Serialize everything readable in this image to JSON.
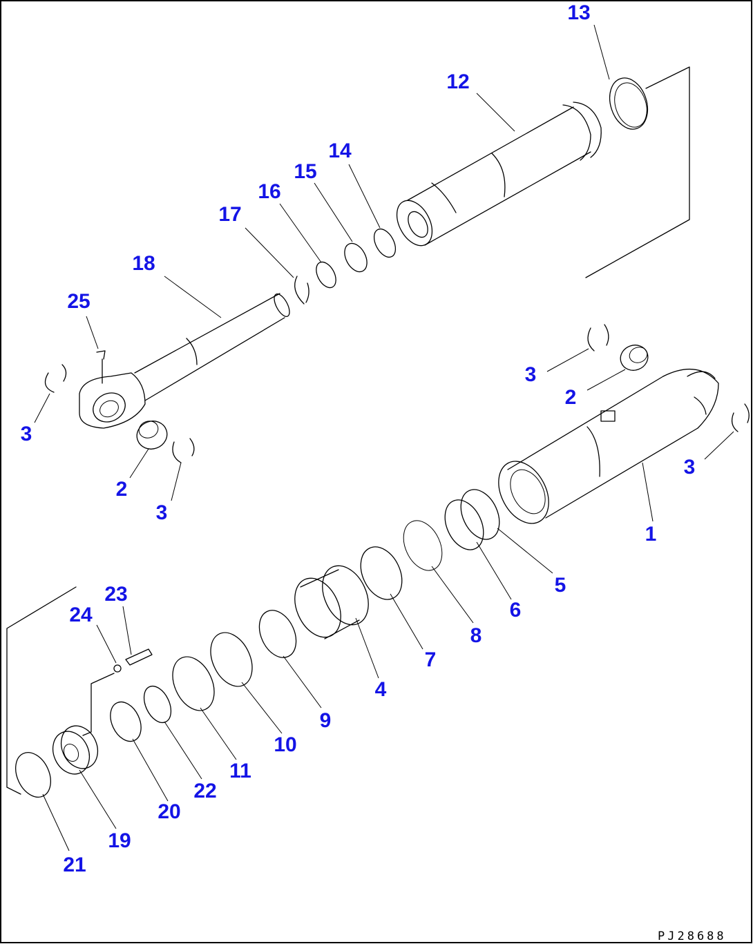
{
  "diagram": {
    "drawing_code": "PJ28688",
    "label_color": "#1414e6",
    "line_color": "#000000",
    "parts": [
      {
        "id": "p1",
        "number": "1",
        "name": "cylinder-tube"
      },
      {
        "id": "p2a",
        "number": "2",
        "name": "bushing"
      },
      {
        "id": "p2b",
        "number": "2",
        "name": "bushing"
      },
      {
        "id": "p3a",
        "number": "3",
        "name": "snap-ring"
      },
      {
        "id": "p3b",
        "number": "3",
        "name": "snap-ring"
      },
      {
        "id": "p3c",
        "number": "3",
        "name": "snap-ring"
      },
      {
        "id": "p3d",
        "number": "3",
        "name": "snap-ring"
      },
      {
        "id": "p4",
        "number": "4",
        "name": "cylinder-head"
      },
      {
        "id": "p5",
        "number": "5",
        "name": "backup-ring"
      },
      {
        "id": "p6",
        "number": "6",
        "name": "o-ring"
      },
      {
        "id": "p7",
        "number": "7",
        "name": "bushing"
      },
      {
        "id": "p8",
        "number": "8",
        "name": "snap-ring"
      },
      {
        "id": "p9",
        "number": "9",
        "name": "buffer-ring"
      },
      {
        "id": "p10",
        "number": "10",
        "name": "rod-packing"
      },
      {
        "id": "p11",
        "number": "11",
        "name": "dust-seal"
      },
      {
        "id": "p12",
        "number": "12",
        "name": "cushion-sleeve"
      },
      {
        "id": "p13",
        "number": "13",
        "name": "ring"
      },
      {
        "id": "p14",
        "number": "14",
        "name": "seal"
      },
      {
        "id": "p15",
        "number": "15",
        "name": "ring"
      },
      {
        "id": "p16",
        "number": "16",
        "name": "ring"
      },
      {
        "id": "p17",
        "number": "17",
        "name": "snap-ring"
      },
      {
        "id": "p18",
        "number": "18",
        "name": "piston-rod"
      },
      {
        "id": "p19",
        "number": "19",
        "name": "piston"
      },
      {
        "id": "p20",
        "number": "20",
        "name": "ring"
      },
      {
        "id": "p21",
        "number": "21",
        "name": "wear-ring"
      },
      {
        "id": "p22",
        "number": "22",
        "name": "snap-ring"
      },
      {
        "id": "p23",
        "number": "23",
        "name": "screw"
      },
      {
        "id": "p24",
        "number": "24",
        "name": "ball"
      },
      {
        "id": "p25",
        "number": "25",
        "name": "grease-fitting"
      }
    ]
  }
}
